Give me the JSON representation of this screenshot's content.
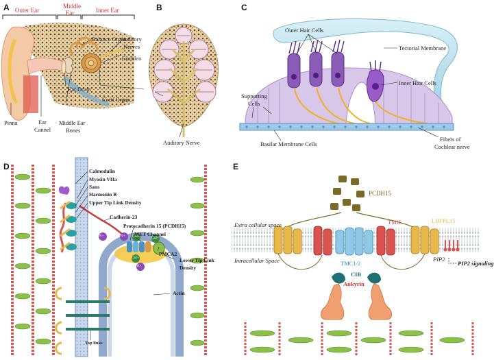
{
  "panels": {
    "A": {
      "letter": "A",
      "regions": {
        "outer": "Outer Ear",
        "middle": "Middle\nEar",
        "inner": "Inner Ear"
      },
      "middle_line1": "Middle",
      "middle_line2": "Ear",
      "labels": {
        "balance_organ": "Balance Organ",
        "auditory_nerves_1": "Auditory",
        "auditory_nerves_2": "Nerves",
        "cochlea": "Cochlea",
        "ear_drum": "Ear Drum",
        "pinna": "Pinna",
        "ear_cannel_1": "Ear",
        "ear_cannel_2": "Cannel",
        "middle_ear_bones_1": "Middle Ear",
        "middle_ear_bones_2": "Bones"
      }
    },
    "B": {
      "letter": "B",
      "labels": {
        "corti_organ": "Corti Organ",
        "auditory_nerve": "Auditory Nerve"
      }
    },
    "C": {
      "letter": "C",
      "labels": {
        "outer_hair_cells": "Outer Hair Cells",
        "tectorial_membrane": "Tectorial Membrane",
        "supporting_cells_1": "Supporting",
        "supporting_cells_2": "Cells",
        "inner_hair_cells": "Inner Hair Cells",
        "basilar_membrane_cells": "Basilar Membrane Cells",
        "fibers_1": "Fibers of",
        "fibers_2": "Cochlear nerve"
      }
    },
    "D": {
      "letter": "D",
      "labels": {
        "calmodulin": "Calmodulin",
        "myosin": "Myosin VIIa",
        "sans": "Sans",
        "harmonin": "Harmonin B",
        "upper_tip": "Upper Tip Link Density",
        "cadherin": "Cadherin-23",
        "protocadherin": "Protocadherin 15 (PCDH15)",
        "met": "MET Channel",
        "pmca2": "PMCA2",
        "lower_tip_1": "Lower Tip Link",
        "lower_tip_2": "Density",
        "actin": "Actin",
        "top_links": "Top links"
      },
      "ions": {
        "k": "K+",
        "ca": "Ca2+"
      }
    },
    "E": {
      "letter": "E",
      "labels": {
        "pcdh15": "PCDH15",
        "extra": "Extra cellular space",
        "tmie": "TMIE",
        "lhfpl5": "LHFPL15",
        "intra": "Intracellular Space",
        "tmc": "TMC1/2",
        "pip2": "PIP2",
        "pip2_signaling": "PIP2 signaling",
        "cib": "CIB",
        "ankyrin": "Ankyrin"
      }
    }
  },
  "colors": {
    "red_label": "#d0312d",
    "olive": "#7a6a2a",
    "membrane_tan": "#e8b84a",
    "tmc_blue": "#8ec9e6",
    "tmie_red": "#d9534f",
    "ankyrin": "#f0a070",
    "cib_teal": "#1f6f73",
    "actin_green": "#8cc04b",
    "hair_purple": "#b9a0d8",
    "tectorial": "#bfe3ef"
  }
}
